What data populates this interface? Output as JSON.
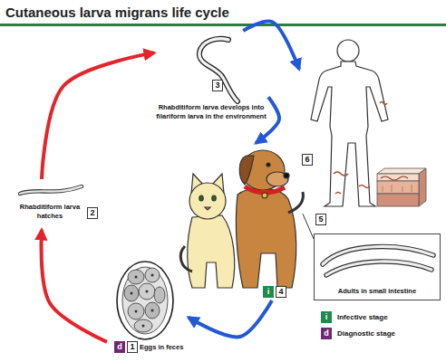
{
  "diagram": {
    "title": "Cutaneous larva migrans life cycle",
    "nodes": [
      {
        "text": [
          "1",
          "Eggs in feces"
        ]
      },
      {
        "text": [
          "Rhabditiform larva hatches",
          "2"
        ]
      },
      {
        "text": [
          "3",
          "Rhabditiform larva develops into filariform larva in the environment"
        ]
      },
      {
        "text": [
          "4"
        ]
      },
      {
        "text": [
          "5",
          "Adults in small intestine"
        ]
      },
      {
        "text": [
          "6"
        ]
      }
    ],
    "edges": [
      {
        "from": 0,
        "to": 1,
        "arrow": "to"
      },
      {
        "from": 1,
        "to": 2,
        "arrow": "to"
      },
      {
        "from": 2,
        "to": 5,
        "arrow": "to"
      },
      {
        "from": 2,
        "to": 3,
        "arrow": "to"
      },
      {
        "from": 3,
        "to": 0,
        "arrow": "to"
      },
      {
        "from": 3,
        "to": 4,
        "arrow": "none"
      }
    ],
    "labels": [
      "i",
      "d",
      "i",
      "d"
    ],
    "legend": [
      {
        "text": "Infective stage",
        "color": "#1f8a4c"
      },
      {
        "text": "Diagnostic stage",
        "color": "#6e2a6e"
      }
    ]
  }
}
